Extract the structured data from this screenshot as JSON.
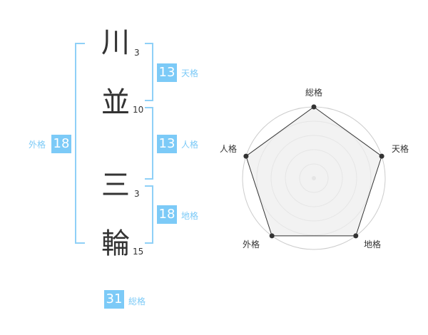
{
  "name": {
    "chars": [
      {
        "char": "川",
        "strokes": "3"
      },
      {
        "char": "並",
        "strokes": "10"
      },
      {
        "char": "三",
        "strokes": "3"
      },
      {
        "char": "輪",
        "strokes": "15"
      }
    ]
  },
  "fortune": {
    "tenkaku": {
      "value": "13",
      "label": "天格"
    },
    "jinkaku": {
      "value": "13",
      "label": "人格"
    },
    "chikaku": {
      "value": "18",
      "label": "地格"
    },
    "gaikaku": {
      "value": "18",
      "label": "外格"
    },
    "soukaku": {
      "value": "31",
      "label": "総格"
    }
  },
  "radar": {
    "axes": [
      "総格",
      "天格",
      "地格",
      "外格",
      "人格"
    ],
    "levels": [
      5,
      5,
      5,
      5,
      5
    ],
    "max": 5
  },
  "colors": {
    "accent": "#7ccaf7",
    "bracket": "#8fd0f7",
    "text": "#333333",
    "radar_fill": "#eeeeee",
    "radar_grid": "#cccccc"
  }
}
